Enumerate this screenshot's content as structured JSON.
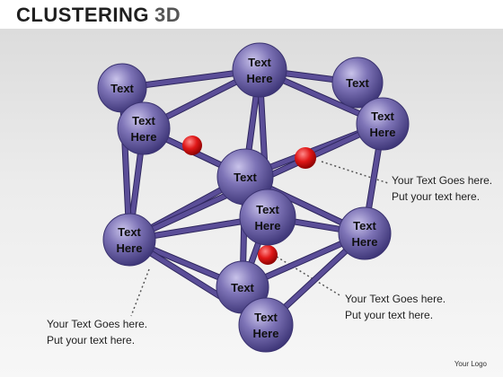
{
  "title": {
    "part1": "CLUSTERING",
    "part2": "3D"
  },
  "colors": {
    "sphere": "#7d73b6",
    "sphere_dark": "#4f4690",
    "rod": "#5b4e98",
    "marker": "#e01818",
    "callout_line": "#555555"
  },
  "nodes": [
    {
      "id": "tl",
      "label": [
        "Text"
      ]
    },
    {
      "id": "top",
      "label": [
        "Text",
        "Here"
      ]
    },
    {
      "id": "tr",
      "label": [
        "Text"
      ]
    },
    {
      "id": "ul",
      "label": [
        "Text",
        "Here"
      ]
    },
    {
      "id": "ur",
      "label": [
        "Text",
        "Here"
      ]
    },
    {
      "id": "center",
      "label": [
        "Text"
      ]
    },
    {
      "id": "mid",
      "label": [
        "Text",
        "Here"
      ]
    },
    {
      "id": "left",
      "label": [
        "Text",
        "Here"
      ]
    },
    {
      "id": "right",
      "label": [
        "Text",
        "Here"
      ]
    },
    {
      "id": "lower",
      "label": [
        "Text"
      ]
    },
    {
      "id": "bottom",
      "label": [
        "Text",
        "Here"
      ]
    }
  ],
  "callouts": [
    {
      "line1": "Your Text Goes here.",
      "line2": "Put your text here."
    },
    {
      "line1": "Your Text Goes here.",
      "line2": "Put your text here."
    },
    {
      "line1": "Your Text Goes here.",
      "line2": "Put your text here."
    }
  ],
  "logo": "Your Logo"
}
